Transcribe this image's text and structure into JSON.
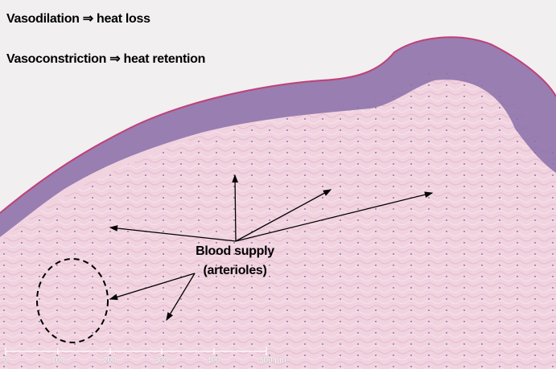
{
  "annotations": {
    "line1": "Vasodilation ⇒ heat loss",
    "line2": "Vasoconstriction ⇒ heat retention",
    "label_line1": "Blood supply",
    "label_line2": "(arterioles)"
  },
  "scale_bar": {
    "ticks": [
      "0",
      "100",
      "200",
      "300",
      "400",
      "500 µm"
    ]
  },
  "colors": {
    "background": "#f1efef",
    "epidermis": "#8a6fa8",
    "dermis": "#f1d3e0",
    "arrows": "#000000"
  }
}
